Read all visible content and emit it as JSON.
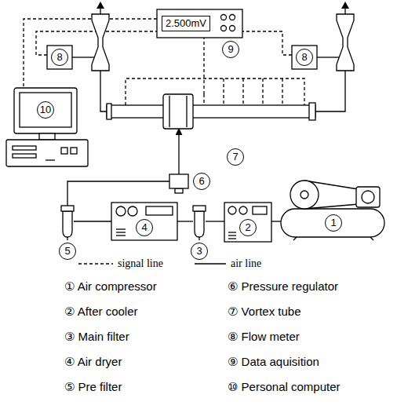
{
  "diagram": {
    "nodes": [
      {
        "text": [
          "8"
        ]
      },
      {
        "text": [
          "2.500mV",
          "9"
        ]
      },
      {
        "text": [
          "8"
        ]
      },
      {
        "text": [
          "10"
        ]
      },
      {
        "text": [
          "7"
        ]
      },
      {
        "text": [
          "6"
        ]
      },
      {
        "text": [
          "5"
        ]
      },
      {
        "text": [
          "4"
        ]
      },
      {
        "text": [
          "3"
        ]
      },
      {
        "text": [
          "2"
        ]
      },
      {
        "text": [
          "1"
        ]
      }
    ],
    "edges": [
      {
        "from": 10,
        "to": 9,
        "arrow": "none"
      },
      {
        "from": 9,
        "to": 8,
        "arrow": "none"
      },
      {
        "from": 8,
        "to": 7,
        "arrow": "none"
      },
      {
        "from": 7,
        "to": 6,
        "arrow": "none"
      },
      {
        "from": 6,
        "to": 5,
        "arrow": "none"
      },
      {
        "from": 5,
        "to": 4,
        "arrow": "to"
      },
      {
        "from": 4,
        "to": 0,
        "arrow": "none"
      },
      {
        "from": 4,
        "to": 2,
        "arrow": "none"
      },
      {
        "from": 4,
        "to": 1,
        "arrow": "none"
      },
      {
        "from": 1,
        "to": 3,
        "arrow": "none"
      },
      {
        "from": 0,
        "to": 1,
        "arrow": "none"
      },
      {
        "from": 2,
        "to": 1,
        "arrow": "none"
      }
    ],
    "labels": [
      "① Air compressor",
      "⑥ Pressure regulator",
      "② After cooler",
      "⑦ Vortex tube",
      "③ Main filter",
      "⑧ Flow meter",
      "④ Air dryer",
      "⑨ Data aquisition",
      "⑤ Pre filter",
      "⑩ Personal computer"
    ],
    "legend": [
      {
        "text": "signal line"
      },
      {
        "text": "air line"
      }
    ]
  }
}
